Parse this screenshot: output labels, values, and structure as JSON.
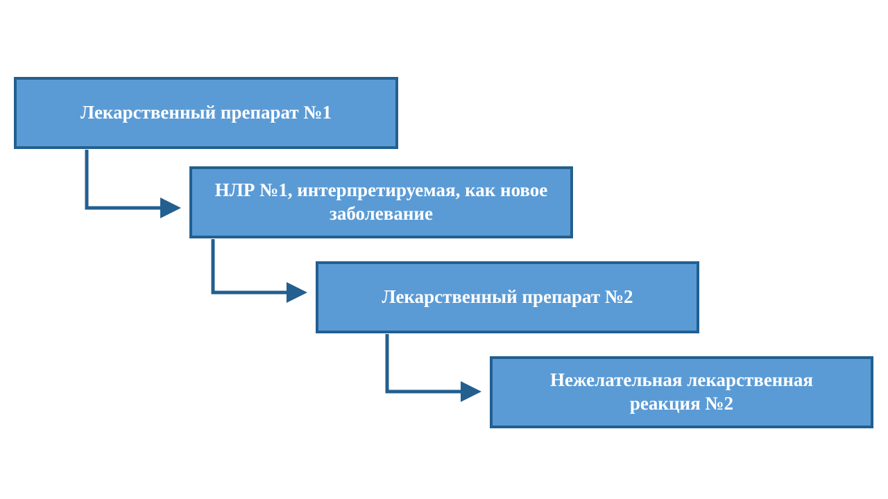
{
  "colors": {
    "box_fill": "#5b9bd5",
    "box_border": "#235f8f",
    "text": "#ffffff",
    "arrow": "#235f8f"
  },
  "boxes": [
    {
      "label": "Лекарственный препарат №1"
    },
    {
      "label": "НЛР №1, интерпретируемая, как новое заболевание"
    },
    {
      "label": "Лекарственный препарат №2"
    },
    {
      "label": "Нежелательная лекарственная реакция №2"
    }
  ],
  "connectors": [
    {
      "from": 0,
      "to": 1
    },
    {
      "from": 1,
      "to": 2
    },
    {
      "from": 2,
      "to": 3
    }
  ]
}
